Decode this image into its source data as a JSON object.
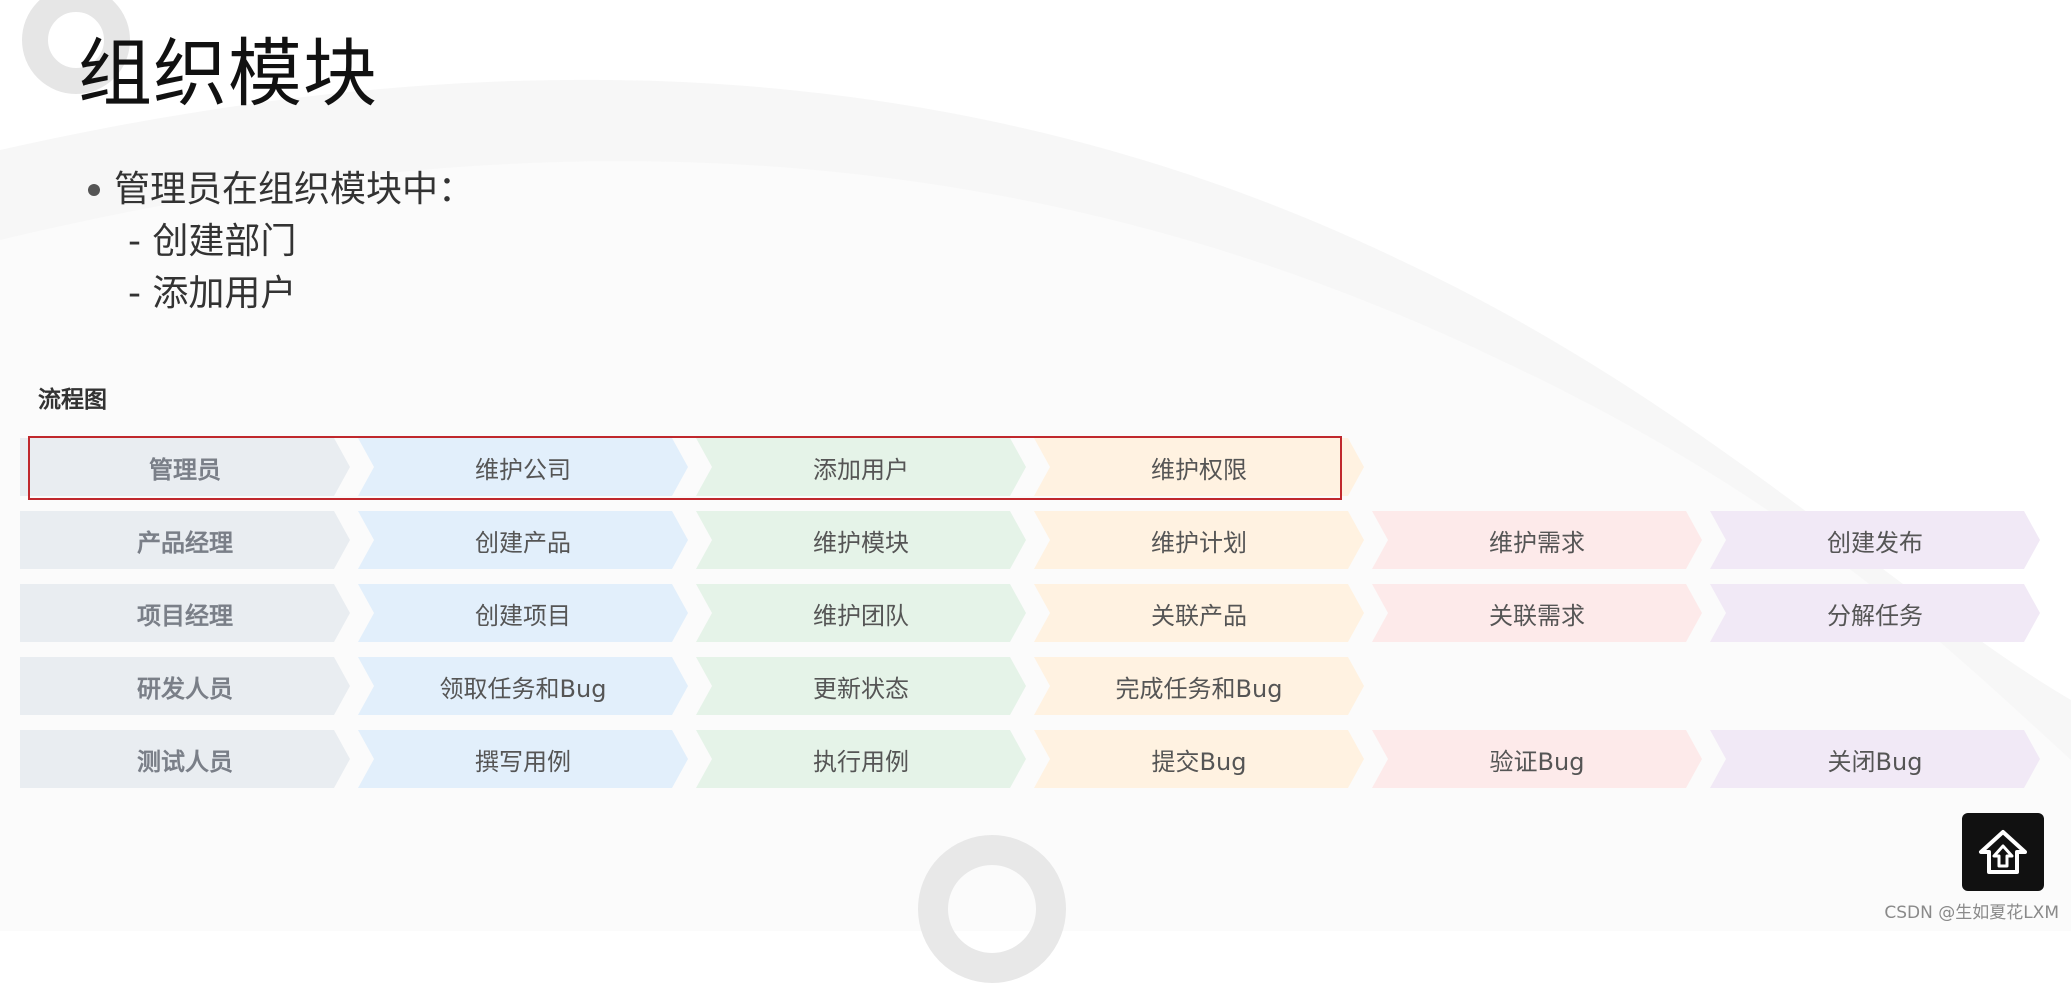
{
  "page": {
    "title": "组织模块",
    "bullet": "管理员在组织模块中：",
    "sub_items": [
      "- 创建部门",
      "- 添加用户"
    ]
  },
  "flow": {
    "label": "流程图",
    "highlight_color": "#c0282d",
    "stage_colors": [
      "#e9edf1",
      "#e2effb",
      "#e5f3e8",
      "#fff2e1",
      "#fdeaea",
      "#f1e9f6"
    ],
    "rows": [
      {
        "role": "管理员",
        "steps": [
          "维护公司",
          "添加用户",
          "维护权限"
        ],
        "highlighted": true
      },
      {
        "role": "产品经理",
        "steps": [
          "创建产品",
          "维护模块",
          "维护计划",
          "维护需求",
          "创建发布"
        ],
        "highlighted": false
      },
      {
        "role": "项目经理",
        "steps": [
          "创建项目",
          "维护团队",
          "关联产品",
          "关联需求",
          "分解任务"
        ],
        "highlighted": false
      },
      {
        "role": "研发人员",
        "steps": [
          "领取任务和Bug",
          "更新状态",
          "完成任务和Bug"
        ],
        "highlighted": false
      },
      {
        "role": "测试人员",
        "steps": [
          "撰写用例",
          "执行用例",
          "提交Bug",
          "验证Bug",
          "关闭Bug"
        ],
        "highlighted": false
      }
    ]
  },
  "home_button": {
    "icon": "home-icon"
  },
  "watermark": "CSDN @生如夏花LXM"
}
